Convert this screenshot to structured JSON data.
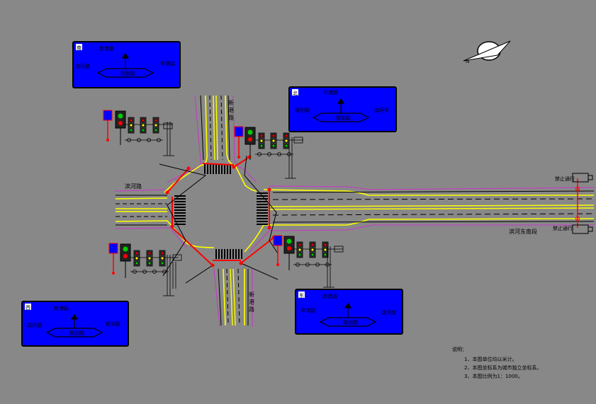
{
  "roads": {
    "north_name": "新 港 路",
    "south_name": "新 港 路",
    "west_name": "滨河路",
    "east_name": "滨河东南段"
  },
  "signs": {
    "nw": {
      "badge": "南",
      "ahead": "新港路",
      "left": "滨河路",
      "right": "中港路",
      "center": "规划路"
    },
    "ne": {
      "badge": "北",
      "ahead": "中港路",
      "left": "规划路",
      "right": "滨河东",
      "center": "规划路"
    },
    "sw": {
      "badge": "西",
      "ahead": "新港路",
      "left": "滨河路",
      "right": "规划路",
      "center": "规划路"
    },
    "se": {
      "badge": "东",
      "ahead": "新港路",
      "left": "中港路",
      "right": "滨河路",
      "center": "规划路"
    }
  },
  "east_end": {
    "top_label": "禁止通行",
    "bottom_label": "禁止通行"
  },
  "north_arrow": {
    "label": "N"
  },
  "notes": {
    "title": "说明：",
    "items": [
      "1、本图单位均以米计。",
      "2、本图坐标系为城市独立坐标系。",
      "3、本图比例为1：1000。"
    ]
  },
  "colors": {
    "background": "#888888",
    "sign_fill": "#0000ff",
    "road_edge": "#cc33cc",
    "center_line": "#ffff00",
    "stop_line": "#ff0000",
    "light_red": "#ff0000",
    "light_yellow": "#ffff00",
    "light_green": "#00cc00"
  }
}
